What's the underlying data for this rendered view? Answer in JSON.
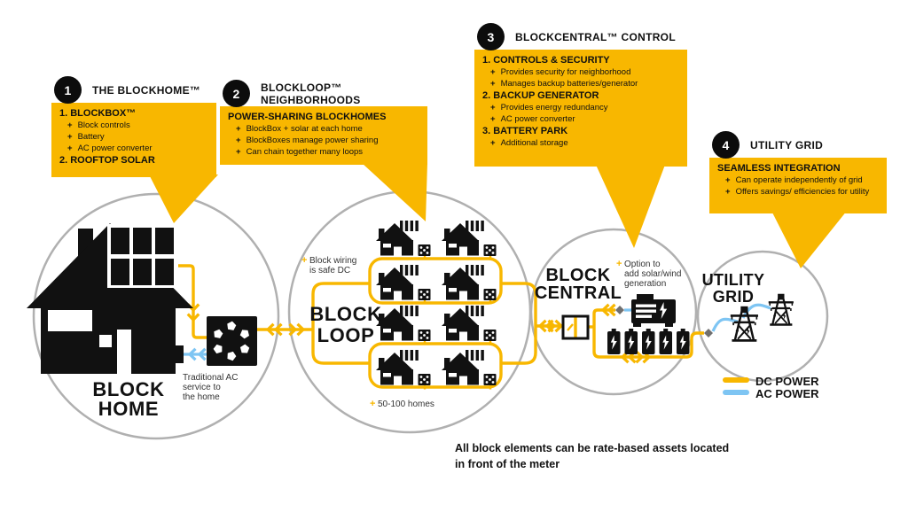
{
  "ui": {
    "plus": "+"
  },
  "colors": {
    "yellow": "#F8B700",
    "blue": "#7EC5F3",
    "circle_gray": "#B0B0B0",
    "black": "#111111",
    "connector_gray": "#707070"
  },
  "callouts": [
    {
      "number": "1",
      "title": "THE BLOCKHOME™",
      "sections": [
        {
          "heading": "1. BLOCKBOX™",
          "items": [
            "Block controls",
            "Battery",
            "AC power converter"
          ]
        },
        {
          "heading": "2. ROOFTOP SOLAR",
          "items": []
        }
      ]
    },
    {
      "number": "2",
      "title": "BLOCKLOOP™ NEIGHBORHOODS",
      "sections": [
        {
          "heading": "POWER-SHARING BLOCKHOMES",
          "items": [
            "BlockBox + solar at each home",
            "BlockBoxes manage power sharing",
            "Can chain together many loops"
          ]
        }
      ]
    },
    {
      "number": "3",
      "title": "BLOCKCENTRAL™ CONTROL",
      "sections": [
        {
          "heading": "1. CONTROLS & SECURITY",
          "items": [
            "Provides security for neighborhood",
            "Manages backup batteries/generator"
          ]
        },
        {
          "heading": "2. BACKUP GENERATOR",
          "items": [
            "Provides energy redundancy",
            "AC power converter"
          ]
        },
        {
          "heading": "3. BATTERY PARK",
          "items": [
            "Additional storage"
          ]
        }
      ]
    },
    {
      "number": "4",
      "title": "UTILITY GRID",
      "sections": [
        {
          "heading": "SEAMLESS INTEGRATION",
          "items": [
            "Can operate independently of grid",
            "Offers savings/ efficiencies for utility"
          ]
        }
      ]
    }
  ],
  "diagram": {
    "block_home": {
      "line1": "BLOCK",
      "line2": "HOME"
    },
    "block_loop": {
      "line1": "BLOCK",
      "line2": "LOOP"
    },
    "block_central": {
      "line1": "BLOCK",
      "line2": "CENTRAL"
    },
    "utility_grid": {
      "line1": "UTILITY",
      "line2": "GRID"
    },
    "notes": {
      "traditional_ac": [
        "Traditional AC",
        "service to",
        "the home"
      ],
      "block_wiring": [
        "Block wiring",
        "is safe DC"
      ],
      "homes_count": "50-100 homes",
      "solar_wind_option": [
        "Option to",
        "add solar/wind",
        "generation"
      ]
    },
    "legend": {
      "dc": "DC POWER",
      "ac": "AC POWER"
    },
    "footer": [
      "All block elements can be rate-based assets located",
      "in front of the meter"
    ]
  }
}
